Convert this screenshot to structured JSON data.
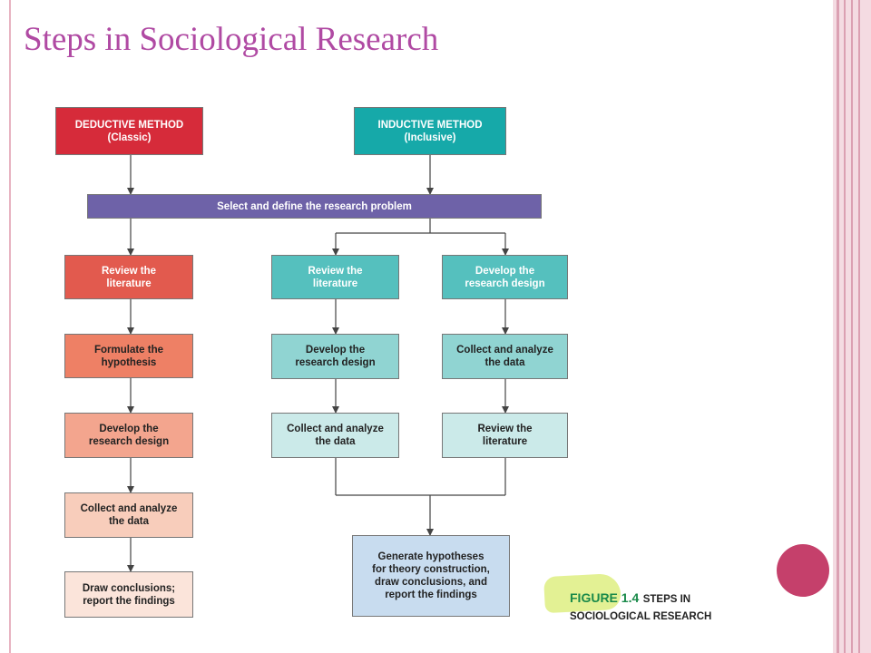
{
  "slide": {
    "title": "Steps in Sociological Research"
  },
  "diagram": {
    "deductive_header": "DEDUCTIVE METHOD\n(Classic)",
    "inductive_header": "INDUCTIVE METHOD\n(Inclusive)",
    "select_step": "Select and define the research problem",
    "deductive_steps": [
      "Review the\nliterature",
      "Formulate the\nhypothesis",
      "Develop the\nresearch design",
      "Collect and analyze\nthe data",
      "Draw conclusions;\nreport the findings"
    ],
    "inductive_left_steps": [
      "Review the\nliterature",
      "Develop the\nresearch design",
      "Collect and analyze\nthe data"
    ],
    "inductive_right_steps": [
      "Develop the\nresearch design",
      "Collect and analyze\nthe data",
      "Review the\nliterature"
    ],
    "final_step": "Generate hypotheses\nfor theory construction,\ndraw conclusions, and\nreport the findings"
  },
  "figure": {
    "number": "FIGURE 1.4",
    "title_line1": "STEPS IN",
    "title_line2": "SOCIOLOGICAL RESEARCH"
  },
  "colors": {
    "title": "#b04aa3",
    "deductive": "#d62b3a",
    "inductive": "#16a9a9",
    "select": "#6e62a8",
    "final": "#c8dcef",
    "bullet": "#c5406b"
  }
}
